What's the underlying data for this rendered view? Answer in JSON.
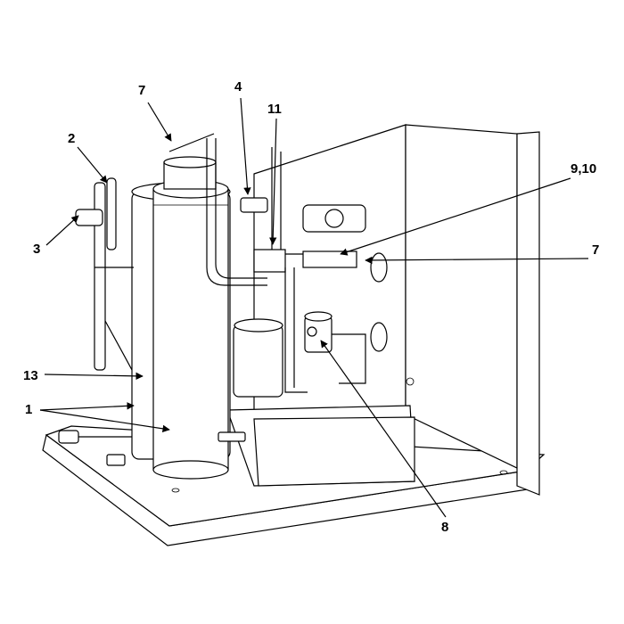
{
  "callouts": {
    "c1": "1",
    "c2": "2",
    "c3": "3",
    "c4": "4",
    "c7a": "7",
    "c7b": "7",
    "c8": "8",
    "c910": "9,10",
    "c11": "11",
    "c13": "13"
  }
}
